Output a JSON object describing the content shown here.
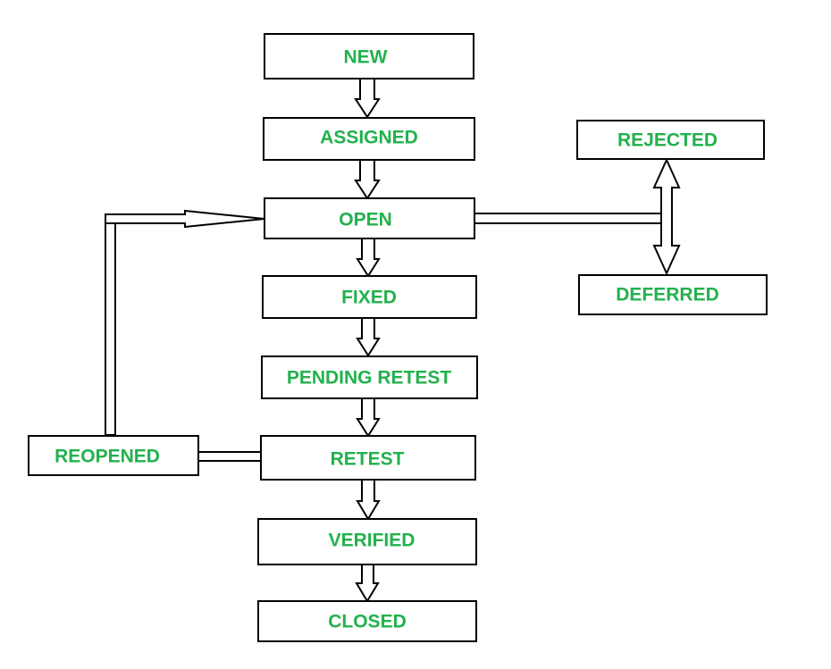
{
  "colors": {
    "label": "#22b14c",
    "border": "#000000",
    "background": "#ffffff"
  },
  "states": {
    "new": "NEW",
    "assigned": "ASSIGNED",
    "open": "OPEN",
    "fixed": "FIXED",
    "pending_retest": "PENDING RETEST",
    "retest": "RETEST",
    "verified": "VERIFIED",
    "closed": "CLOSED",
    "rejected": "REJECTED",
    "deferred": "DEFERRED",
    "reopened": "REOPENED"
  },
  "transitions": [
    {
      "from": "NEW",
      "to": "ASSIGNED"
    },
    {
      "from": "ASSIGNED",
      "to": "OPEN"
    },
    {
      "from": "OPEN",
      "to": "FIXED"
    },
    {
      "from": "FIXED",
      "to": "PENDING RETEST"
    },
    {
      "from": "PENDING RETEST",
      "to": "RETEST"
    },
    {
      "from": "RETEST",
      "to": "VERIFIED"
    },
    {
      "from": "VERIFIED",
      "to": "CLOSED"
    },
    {
      "from": "RETEST",
      "to": "REOPENED"
    },
    {
      "from": "REOPENED",
      "to": "OPEN"
    },
    {
      "from": "OPEN",
      "to": "REJECTED"
    },
    {
      "from": "OPEN",
      "to": "DEFERRED"
    }
  ]
}
